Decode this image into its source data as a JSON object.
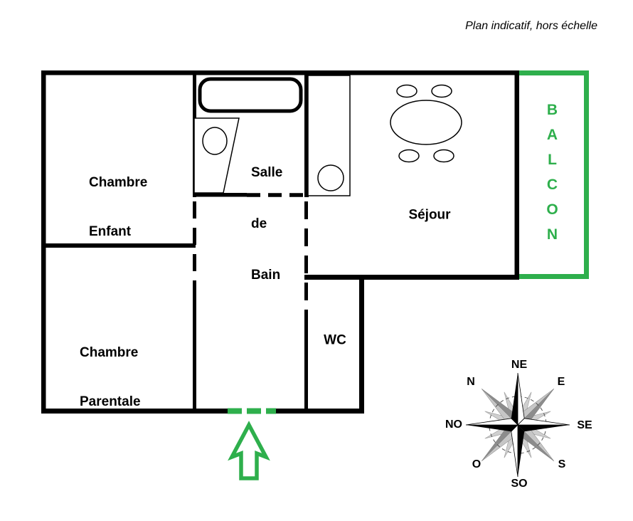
{
  "header_note": "Plan indicatif, hors échelle",
  "rooms": {
    "chambre_enfant": [
      "Chambre",
      "Enfant"
    ],
    "salle_de_bain": [
      "Salle",
      "de",
      "Bain"
    ],
    "sejour": "Séjour",
    "chambre_parentale": [
      "Chambre",
      "Parentale"
    ],
    "wc": "WC"
  },
  "balcony": {
    "label": "BALCON"
  },
  "compass": {
    "labels": {
      "ne": "NE",
      "n": "N",
      "e": "E",
      "se": "SE",
      "s": "S",
      "so": "SO",
      "o": "O",
      "no": "NO"
    }
  },
  "colors": {
    "accent_green": "#2EAF4C",
    "wall_black": "#000000",
    "compass_dark_gray": "#8c8c8c",
    "compass_light_gray": "#cfcfcf"
  }
}
